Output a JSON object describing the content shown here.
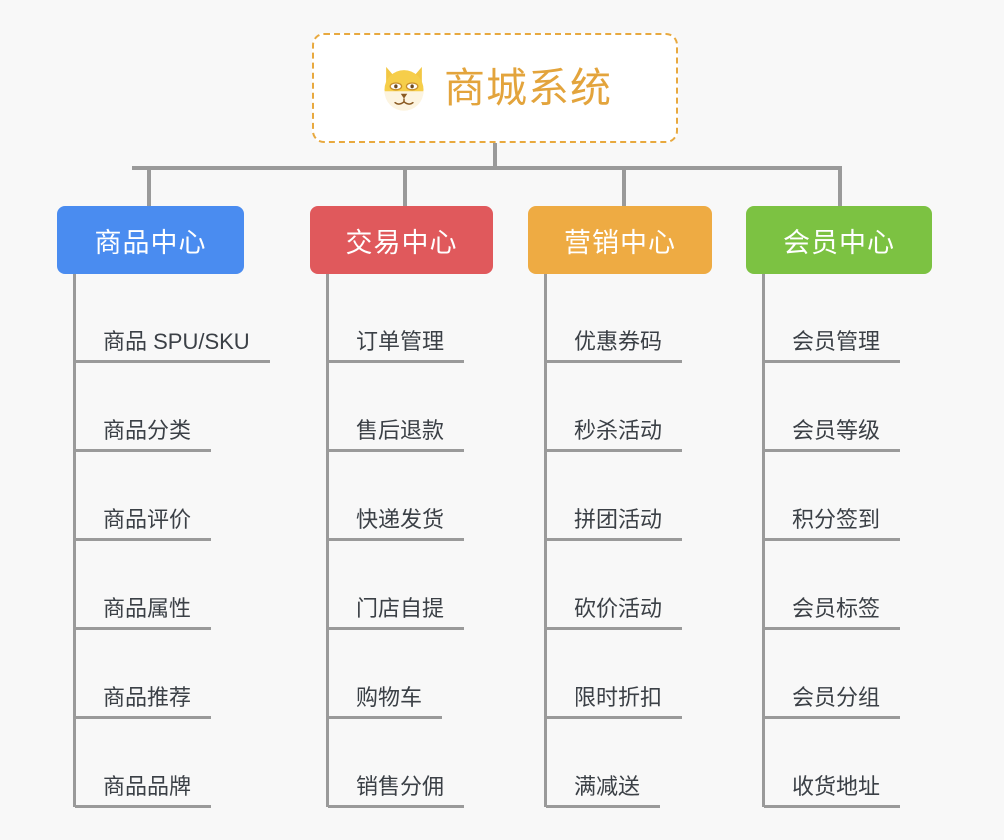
{
  "canvas": {
    "background_color": "#f8f8f8",
    "line_color": "#9a9a9a"
  },
  "root": {
    "title": "商城系统",
    "icon": "shiba-inu-dog-face-emoji",
    "text_color": "#e3a43c",
    "border_color": "#e8a93f",
    "background_color": "#ffffff"
  },
  "categories": [
    {
      "label": "商品中心",
      "color": "#4a8cf0",
      "items": [
        "商品 SPU/SKU",
        "商品分类",
        "商品评价",
        "商品属性",
        "商品推荐",
        "商品品牌"
      ]
    },
    {
      "label": "交易中心",
      "color": "#e0595c",
      "items": [
        "订单管理",
        "售后退款",
        "快递发货",
        "门店自提",
        "购物车",
        "销售分佣"
      ]
    },
    {
      "label": "营销中心",
      "color": "#eeab43",
      "items": [
        "优惠券码",
        "秒杀活动",
        "拼团活动",
        "砍价活动",
        "限时折扣",
        "满减送"
      ]
    },
    {
      "label": "会员中心",
      "color": "#7cc242",
      "items": [
        "会员管理",
        "会员等级",
        "积分签到",
        "会员标签",
        "会员分组",
        "收货地址"
      ]
    }
  ]
}
